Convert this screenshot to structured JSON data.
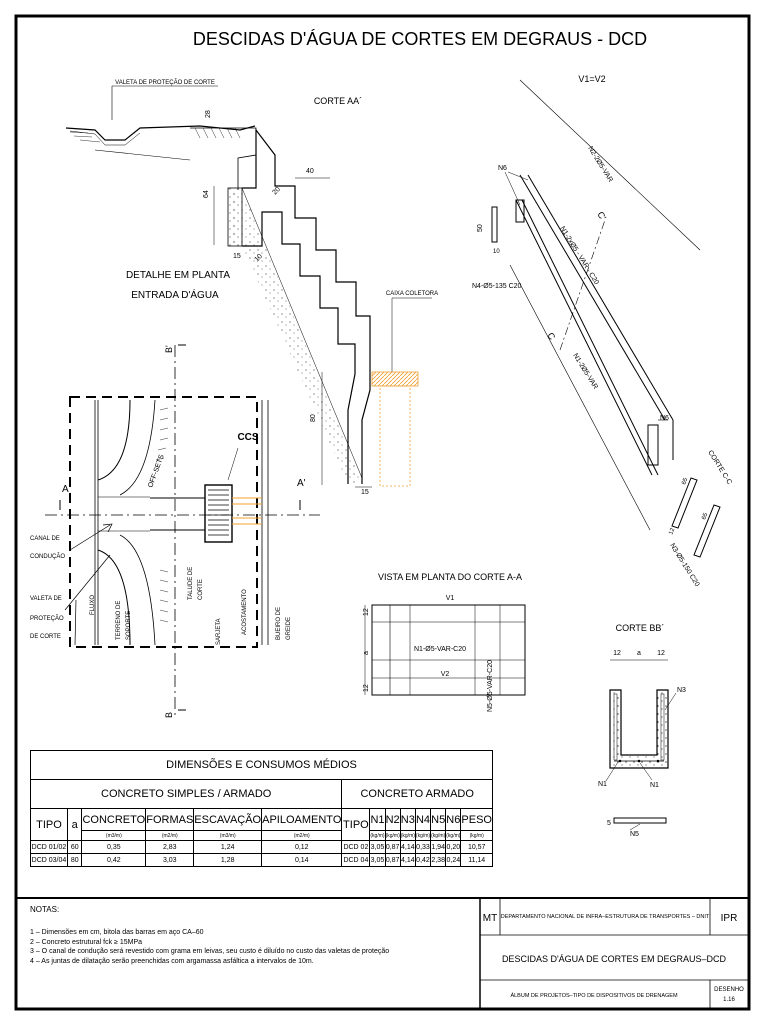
{
  "title": "DESCIDAS D'ÁGUA DE CORTES EM DEGRAUS - DCD",
  "corte_aa": {
    "title": "CORTE AA´",
    "valeta_label": "VALETA DE PROTEÇÃO DE CORTE",
    "caixa_label": "CAIXA COLETORA",
    "dims": [
      "28",
      "64",
      "15",
      "10",
      "20",
      "40",
      "80",
      "15"
    ]
  },
  "detalhe": {
    "title_line1": "DETALHE EM PLANTA",
    "title_line2": "ENTRADA D'ÁGUA",
    "offsets": "OFF-SETS",
    "ccs": "CCS",
    "a_left": "A",
    "a_right": "A'",
    "b_top": "B'",
    "b_bottom": "B",
    "canal_line1": "CANAL DE",
    "canal_line2": "CONDUÇÃO",
    "valeta_line1": "VALETA DE",
    "valeta_line2": "PROTEÇÃO",
    "valeta_line3": "DE CORTE",
    "fluxo": "FLUXO",
    "terreno_line1": "TERRENO DE",
    "terreno_line2": "SOPORTE",
    "talude_line1": "TALUDE DE",
    "talude_line2": "CORTE",
    "sarjeta": "SARJETA",
    "acostamento": "ACOSTAMENTO",
    "bueiro_line1": "BUEIRO DE",
    "bueiro_line2": "GREIDE"
  },
  "v1v2": {
    "title": "V1=V2",
    "n6_top": "N6",
    "n2": "N2-2Ø5-VAR",
    "n1a": "N1-2xØ5 - VAR - C20",
    "n1b": "N1-2Ø5-VAR",
    "n4": "N4-Ø5-135 C20",
    "dim50": "50",
    "dim10": "10",
    "c1": "C",
    "c2": "C'",
    "n6_bottom": "N6"
  },
  "corte_cc": {
    "title": "CORTE C-C",
    "dim65a": "65",
    "dim12": "12",
    "dim65b": "65",
    "n3": "N3-Ø5-150 C20"
  },
  "vista": {
    "title": "VISTA EM PLANTA DO CORTE A-A",
    "v1": "V1",
    "v2": "V2",
    "n1": "N1-Ø5-VAR-C20",
    "n5": "N5-Ø5-VAR-C20",
    "dim12a": "12",
    "dim_a": "a",
    "dim12b": "12"
  },
  "corte_bb": {
    "title": "CORTE BB´",
    "dim12a": "12",
    "dim_a": "a",
    "dim12b": "12",
    "n3": "N3",
    "n1a": "N1",
    "n1b": "N1",
    "n5dim": "5",
    "n5": "N5"
  },
  "table": {
    "title": "DIMENSÕES E CONSUMOS MÉDIOS",
    "group_left": "CONCRETO SIMPLES / ARMADO",
    "group_right": "CONCRETO ARMADO",
    "headers_left": [
      "TIPO",
      "a",
      "CONCRETO",
      "FORMAS",
      "ESCAVAÇÃO",
      "APILOAMENTO"
    ],
    "units_left": [
      "(m3/m)",
      "(m2/m)",
      "(m3/m)",
      "(m2/m)"
    ],
    "headers_right": [
      "TIPO",
      "N1",
      "N2",
      "N3",
      "N4",
      "N5",
      "N6",
      "PESO"
    ],
    "units_right": [
      "(kg/m)",
      "(kg/m)",
      "(kg/m)",
      "(kg/m)",
      "(kg/m)",
      "(kg/m)",
      "(kg/m)"
    ],
    "rows": [
      [
        "DCD 01/02",
        "60",
        "0,35",
        "2,83",
        "1,24",
        "0,12",
        "DCD 02",
        "3,05",
        "0,87",
        "4,14",
        "0,33",
        "1,94",
        "0,20",
        "10,57"
      ],
      [
        "DCD 03/04",
        "80",
        "0,42",
        "3,03",
        "1,28",
        "0,14",
        "DCD 04",
        "3,05",
        "0,87",
        "4,14",
        "0,42",
        "2,38",
        "0,24",
        "11,14"
      ]
    ]
  },
  "notes": {
    "title": "NOTAS:",
    "items": [
      "1 – Dimensões em cm, bitola das barras em aço CA–60",
      "2 – Concreto estrutural fck ≥ 15MPa",
      "3 – O canal de condução será revestido com grama em leivas, seu custo é diluído no custo das valetas de proteção",
      "4 – As juntas de dilatação serão preenchidas com argamassa asfáltica a intervalos de 10m."
    ]
  },
  "titleblock": {
    "mt": "MT",
    "dept": "DEPARTAMENTO NACIONAL DE INFRA–ESTRUTURA DE TRANSPORTES – DNIT",
    "ipr": "IPR",
    "drawing_title": "DESCIDAS D'ÁGUA DE CORTES EM DEGRAUS–DCD",
    "album": "ÁLBUM DE PROJETOS–TIPO DE DISPOSITIVOS DE DRENAGEM",
    "desenho": "DESENHO",
    "number": "1.16"
  },
  "colors": {
    "ink": "#000000",
    "orange": "#f0a030",
    "paper": "#ffffff"
  }
}
